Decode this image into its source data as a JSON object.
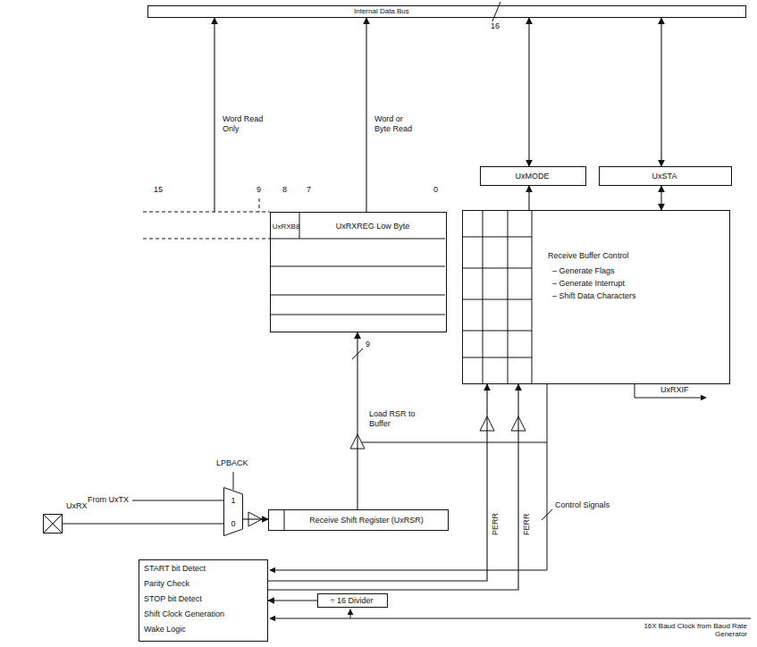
{
  "diagram": {
    "nodes": [
      {
        "text": [
          "Internal Data Bus"
        ]
      },
      {
        "text": [
          "UxMODE"
        ]
      },
      {
        "text": [
          "UxSTA"
        ]
      },
      {
        "text": [
          "UxRXB8",
          "UxRXREG Low Byte"
        ]
      },
      {
        "text": [
          "Receive Buffer Control",
          "– Generate Flags",
          "– Generate Interrupt",
          "– Shift Data Characters"
        ]
      },
      {
        "text": [
          "Receive Shift Register (UxRSR)"
        ]
      },
      {
        "text": [
          "START bit Detect",
          "Parity Check",
          "STOP bit Detect",
          "Shift Clock Generation",
          "Wake Logic"
        ]
      },
      {
        "text": [
          "÷ 16 Divider"
        ]
      },
      {
        "text": [
          "LPBACK",
          "1",
          "0"
        ]
      },
      {
        "text": [
          "UxRX"
        ]
      }
    ],
    "edges": [
      {
        "from": 3,
        "to": 0,
        "arrow": "to",
        "label": "Word Read Only"
      },
      {
        "from": 3,
        "to": 0,
        "arrow": "to",
        "label": "Word or Byte Read"
      },
      {
        "from": 1,
        "to": 0,
        "arrow": "both"
      },
      {
        "from": 2,
        "to": 0,
        "arrow": "both"
      },
      {
        "from": 4,
        "to": 1,
        "arrow": "to"
      },
      {
        "from": 4,
        "to": 2,
        "arrow": "both"
      },
      {
        "from": 5,
        "to": 3,
        "arrow": "to",
        "label": "Load RSR to Buffer"
      },
      {
        "from": 6,
        "to": 4,
        "arrow": "to",
        "label": "PERR"
      },
      {
        "from": 6,
        "to": 4,
        "arrow": "to",
        "label": "FERR"
      },
      {
        "from": 7,
        "to": 6,
        "arrow": "to"
      },
      {
        "from": 8,
        "to": 5,
        "arrow": "to"
      },
      {
        "from": 9,
        "to": 8,
        "arrow": "none"
      }
    ],
    "labels": [
      "16",
      "15",
      "9",
      "8",
      "7",
      "0",
      "9",
      "UxRXIF",
      "Control Signals",
      "From UxTX",
      "16X Baud Clock from Baud Rate Generator"
    ]
  }
}
